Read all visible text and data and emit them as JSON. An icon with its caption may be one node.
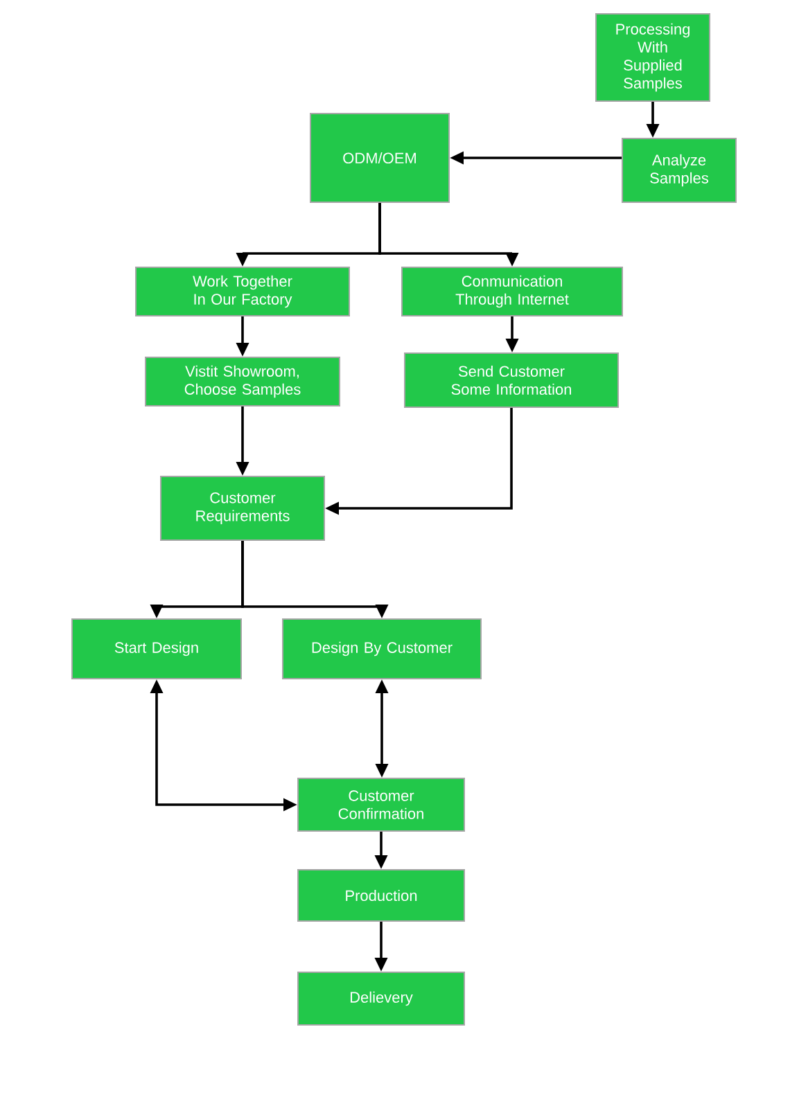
{
  "diagram": {
    "nodes": [
      {
        "text": [
          "Processing With Supplied Samples"
        ]
      },
      {
        "text": [
          "Analyze Samples"
        ]
      },
      {
        "text": [
          "ODM/OEM"
        ]
      },
      {
        "text": [
          "Work Together In Our Factory"
        ]
      },
      {
        "text": [
          "Conmunication Through Internet"
        ]
      },
      {
        "text": [
          "Vistit Showroom, Choose Samples"
        ]
      },
      {
        "text": [
          "Send Customer Some Information"
        ]
      },
      {
        "text": [
          "Customer Requirements"
        ]
      },
      {
        "text": [
          "Start Design"
        ]
      },
      {
        "text": [
          "Design By Customer"
        ]
      },
      {
        "text": [
          "Customer Confirmation"
        ]
      },
      {
        "text": [
          "Production"
        ]
      },
      {
        "text": [
          "Delievery"
        ]
      }
    ],
    "edges": [
      {
        "from": 0,
        "to": 1,
        "arrow": "to"
      },
      {
        "from": 1,
        "to": 2,
        "arrow": "to"
      },
      {
        "from": 2,
        "to": 3,
        "arrow": "to"
      },
      {
        "from": 2,
        "to": 4,
        "arrow": "to"
      },
      {
        "from": 3,
        "to": 5,
        "arrow": "to"
      },
      {
        "from": 4,
        "to": 6,
        "arrow": "to"
      },
      {
        "from": 5,
        "to": 7,
        "arrow": "to"
      },
      {
        "from": 6,
        "to": 7,
        "arrow": "to"
      },
      {
        "from": 7,
        "to": 8,
        "arrow": "to"
      },
      {
        "from": 7,
        "to": 9,
        "arrow": "to"
      },
      {
        "from": 8,
        "to": 10,
        "arrow": "both"
      },
      {
        "from": 9,
        "to": 10,
        "arrow": "both"
      },
      {
        "from": 10,
        "to": 11,
        "arrow": "to"
      },
      {
        "from": 11,
        "to": 12,
        "arrow": "to"
      }
    ]
  }
}
